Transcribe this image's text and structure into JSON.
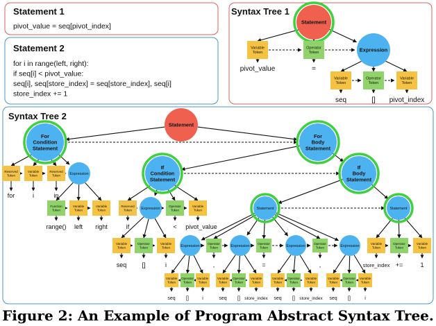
{
  "panels": {
    "statement1": {
      "title": "Statement 1",
      "code": [
        "pivot_value = seq[pivot_index]"
      ]
    },
    "statement2": {
      "title": "Statement 2",
      "code": [
        "for i in range(left, right):",
        "    if seq[i] < pivot_value:",
        "        seq[i], seq[store_index] = seq[store_index], seq[i]",
        "        store_index += 1"
      ]
    },
    "tree1": {
      "title": "Syntax Tree 1"
    },
    "tree2": {
      "title": "Syntax Tree 2"
    }
  },
  "caption": "Figure 2: An Example of Program Abstract Syntax Tree.",
  "colors": {
    "statement_root": "#f0604f",
    "expression": "#4db3f0",
    "variable_token": "#f5c242",
    "operator_token": "#8fd36a",
    "reserved_token": "#f2c24a",
    "function_token": "#8fd36a",
    "highlight_ring": "#3fcf3f",
    "panel_red_border": "#e06060",
    "panel_blue_border": "#4b95c8"
  },
  "labels": {
    "statement": "Statement",
    "expression": "Expression",
    "variable_token": [
      "Variable",
      "Token"
    ],
    "operator_token": [
      "Operator",
      "Token"
    ],
    "reserved_token": [
      "Reserved",
      "Token"
    ],
    "function_token": [
      "Function",
      "Token"
    ],
    "for_condition": [
      "For",
      "Condition",
      "Statement"
    ],
    "for_body": [
      "For",
      "Body",
      "Statement"
    ],
    "if_condition": [
      "If",
      "Condition",
      "Statement"
    ],
    "if_body": [
      "If",
      "Body",
      "Statement"
    ]
  },
  "leaf_text": {
    "pivot_value": "pivot_value",
    "eq": "=",
    "seq": "seq",
    "brackets": "[]",
    "pivot_index": "pivot_index",
    "for": "for",
    "i": "i",
    "in": "in",
    "range": "range()",
    "left": "left",
    "right": "right",
    "if": "if",
    "lt": "<",
    "comma": ",",
    "store_index": "store_index",
    "pluseq": "+=",
    "one": "1"
  }
}
